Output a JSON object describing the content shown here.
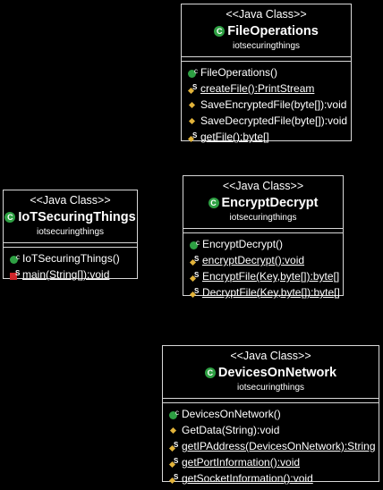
{
  "classes": [
    {
      "stereotype": "<<Java Class>>",
      "class_icon": "C",
      "name": "FileOperations",
      "package": "iotsecuringthings",
      "operations": [
        {
          "label": "FileOperations()",
          "kind": "constructor"
        },
        {
          "label": "createFile():PrintStream",
          "kind": "static-package"
        },
        {
          "label": "SaveEncryptedFile(byte[]):void",
          "kind": "package"
        },
        {
          "label": "SaveDecryptedFile(byte[]):void",
          "kind": "package"
        },
        {
          "label": "getFile():byte[]",
          "kind": "static-package"
        }
      ]
    },
    {
      "stereotype": "<<Java Class>>",
      "class_icon": "C",
      "name": "EncryptDecrypt",
      "package": "iotsecuringthings",
      "operations": [
        {
          "label": "EncryptDecrypt()",
          "kind": "constructor"
        },
        {
          "label": "encryptDecrypt():void",
          "kind": "static-package"
        },
        {
          "label": "EncryptFile(Key,byte[]):byte[]",
          "kind": "static-package"
        },
        {
          "label": "DecryptFile(Key,byte[]):byte[]",
          "kind": "static-package"
        }
      ]
    },
    {
      "stereotype": "<<Java Class>>",
      "class_icon": "C",
      "name": "IoTSecuringThings",
      "package": "iotsecuringthings",
      "operations": [
        {
          "label": "IoTSecuringThings()",
          "kind": "constructor"
        },
        {
          "label": "main(String[]):void",
          "kind": "static-private"
        }
      ]
    },
    {
      "stereotype": "<<Java Class>>",
      "class_icon": "C",
      "name": "DevicesOnNetwork",
      "package": "iotsecuringthings",
      "operations": [
        {
          "label": "DevicesOnNetwork()",
          "kind": "constructor"
        },
        {
          "label": "GetData(String):void",
          "kind": "package"
        },
        {
          "label": "getIPAddress(DevicesOnNetwork):String",
          "kind": "static-package"
        },
        {
          "label": "getPortInformation():void",
          "kind": "static-package"
        },
        {
          "label": "getSocketInformation():void",
          "kind": "static-package"
        }
      ]
    }
  ],
  "colors": {
    "background": "#000000",
    "border": "#d8d8d8",
    "class_icon": "#2ea043",
    "package_method_icon": "#e2b33a",
    "private_method_icon": "#d0262a"
  }
}
